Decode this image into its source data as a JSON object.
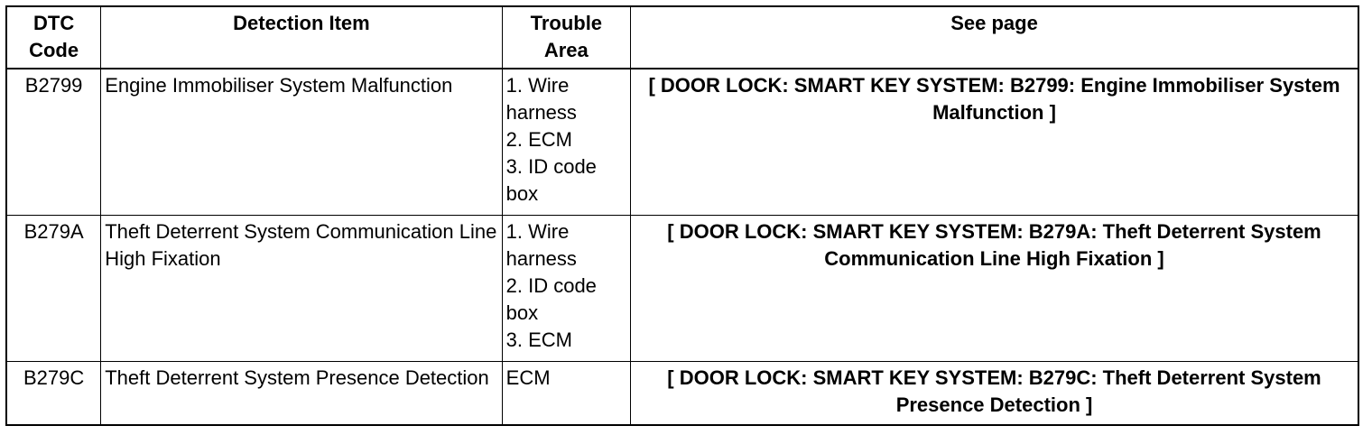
{
  "table": {
    "headers": {
      "dtc_code": "DTC Code",
      "detection_item": "Detection Item",
      "trouble_area": "Trouble Area",
      "see_page": "See page"
    },
    "rows": [
      {
        "code": "B2799",
        "item": "Engine Immobiliser System Malfunction",
        "area": [
          "1. Wire harness",
          "2. ECM",
          "3. ID code box"
        ],
        "see": "[ DOOR LOCK: SMART KEY SYSTEM: B2799: Engine Immobiliser System Malfunction ]"
      },
      {
        "code": "B279A",
        "item": "Theft Deterrent System Communication Line High Fixation",
        "area": [
          "1. Wire harness",
          "2. ID code box",
          "3. ECM"
        ],
        "see": "[ DOOR LOCK: SMART KEY SYSTEM: B279A: Theft Deterrent System Communication Line High Fixation ]"
      },
      {
        "code": "B279C",
        "item": "Theft Deterrent System Presence Detection",
        "area": [
          "ECM"
        ],
        "see": "[ DOOR LOCK: SMART KEY SYSTEM: B279C: Theft Deterrent System Presence Detection ]"
      }
    ]
  }
}
